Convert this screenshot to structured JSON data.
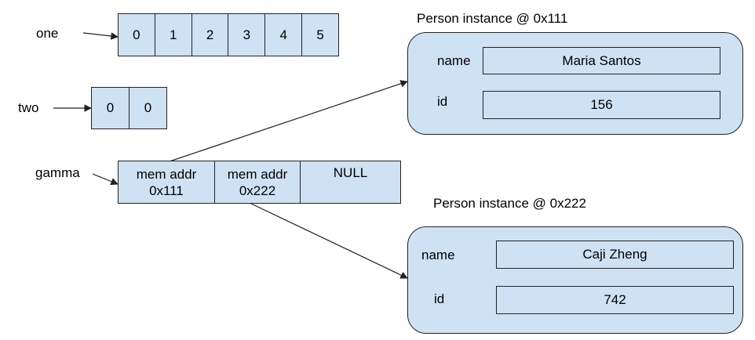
{
  "labels": {
    "one": "one",
    "two": "two",
    "gamma": "gamma"
  },
  "one": {
    "cells": [
      "0",
      "1",
      "2",
      "3",
      "4",
      "5"
    ]
  },
  "two": {
    "cells": [
      "0",
      "0"
    ]
  },
  "gamma": {
    "cells": [
      {
        "line1": "mem addr",
        "line2": "0x111"
      },
      {
        "line1": "mem addr",
        "line2": "0x222"
      },
      {
        "line1": "NULL",
        "line2": ""
      }
    ]
  },
  "instances": [
    {
      "title": "Person instance @ 0x111",
      "fields": [
        {
          "name": "name",
          "value": "Maria Santos"
        },
        {
          "name": "id",
          "value": "156"
        }
      ]
    },
    {
      "title": "Person instance @ 0x222",
      "fields": [
        {
          "name": "name",
          "value": "Caji Zheng"
        },
        {
          "name": "id",
          "value": "742"
        }
      ]
    }
  ],
  "colors": {
    "box_fill": "#cfe2f3",
    "stroke": "#222222"
  }
}
